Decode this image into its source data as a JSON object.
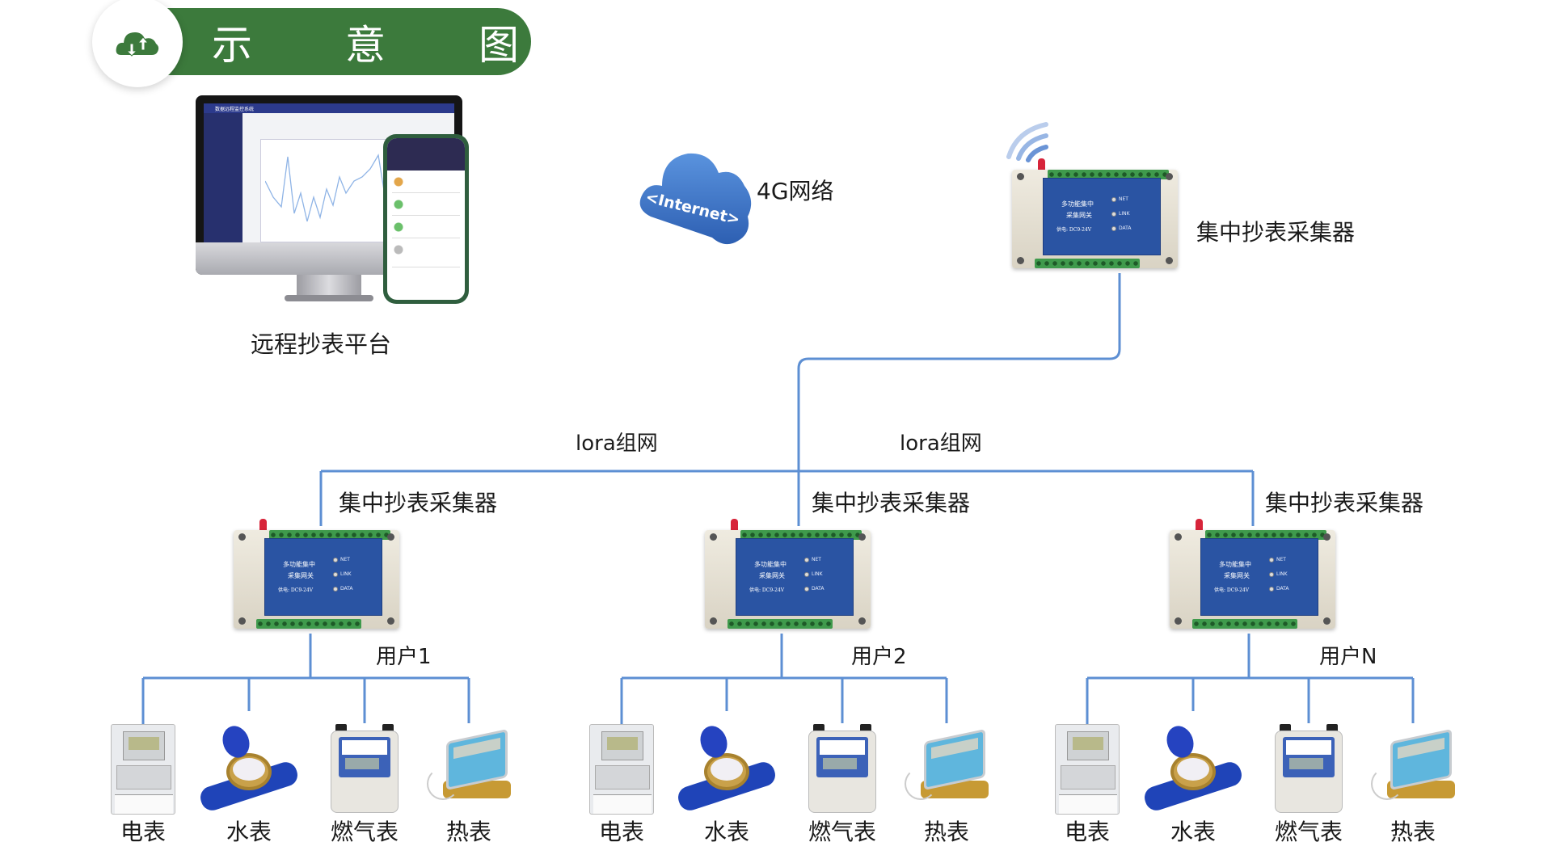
{
  "header": {
    "title_chars": [
      "示",
      "意",
      "图"
    ],
    "icon": "cloud-upload-download-icon",
    "accent": "#3c7a3c"
  },
  "platform": {
    "label": "远程抄表平台",
    "monitor_title": "数据远程监控系统"
  },
  "cloud": {
    "text": "<Internet>",
    "network_label": "4G网络",
    "color": "#3b72c4"
  },
  "main_collector": {
    "label": "集中抄表采集器"
  },
  "device_panel": {
    "name_line1": "多功能集中",
    "name_line2": "采集网关",
    "power": "供电: DC9-24V",
    "leds": [
      "NET",
      "LINK",
      "DATA"
    ]
  },
  "network": {
    "lora_labels": [
      "lora组网",
      "lora组网"
    ],
    "line_color": "#5d8fd3"
  },
  "groups": [
    {
      "collector_label": "集中抄表采集器",
      "user_label": "用户1"
    },
    {
      "collector_label": "集中抄表采集器",
      "user_label": "用户2"
    },
    {
      "collector_label": "集中抄表采集器",
      "user_label": "用户N"
    }
  ],
  "meters": [
    {
      "label": "电表",
      "icon": "electric-meter-icon"
    },
    {
      "label": "水表",
      "icon": "water-meter-icon"
    },
    {
      "label": "燃气表",
      "icon": "gas-meter-icon"
    },
    {
      "label": "热表",
      "icon": "heat-meter-icon"
    }
  ]
}
